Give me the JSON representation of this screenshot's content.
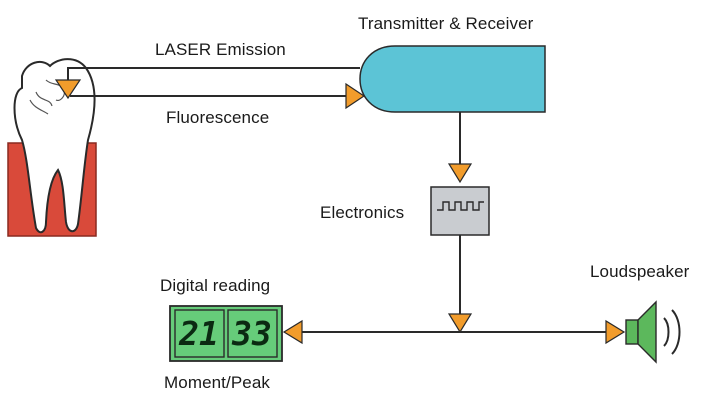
{
  "labels": {
    "laser_emission": "LASER Emission",
    "transmitter_receiver": "Transmitter & Receiver",
    "fluorescence": "Fluorescence",
    "electronics": "Electronics",
    "digital_reading": "Digital reading",
    "loudspeaker": "Loudspeaker",
    "moment_peak": "Moment/Peak"
  },
  "display": {
    "moment_value": "21",
    "peak_value": "33"
  },
  "colors": {
    "gum": "#d94a3a",
    "transmitter": "#5cc4d6",
    "arrow": "#f29c2b",
    "electronics": "#c9ccd0",
    "display": "#66cc7a",
    "speaker": "#5cb85c",
    "line": "#2a2a2a"
  },
  "icons": {
    "tooth": "tooth-icon",
    "speaker": "loudspeaker-icon",
    "chip": "electronics-chip-icon"
  }
}
